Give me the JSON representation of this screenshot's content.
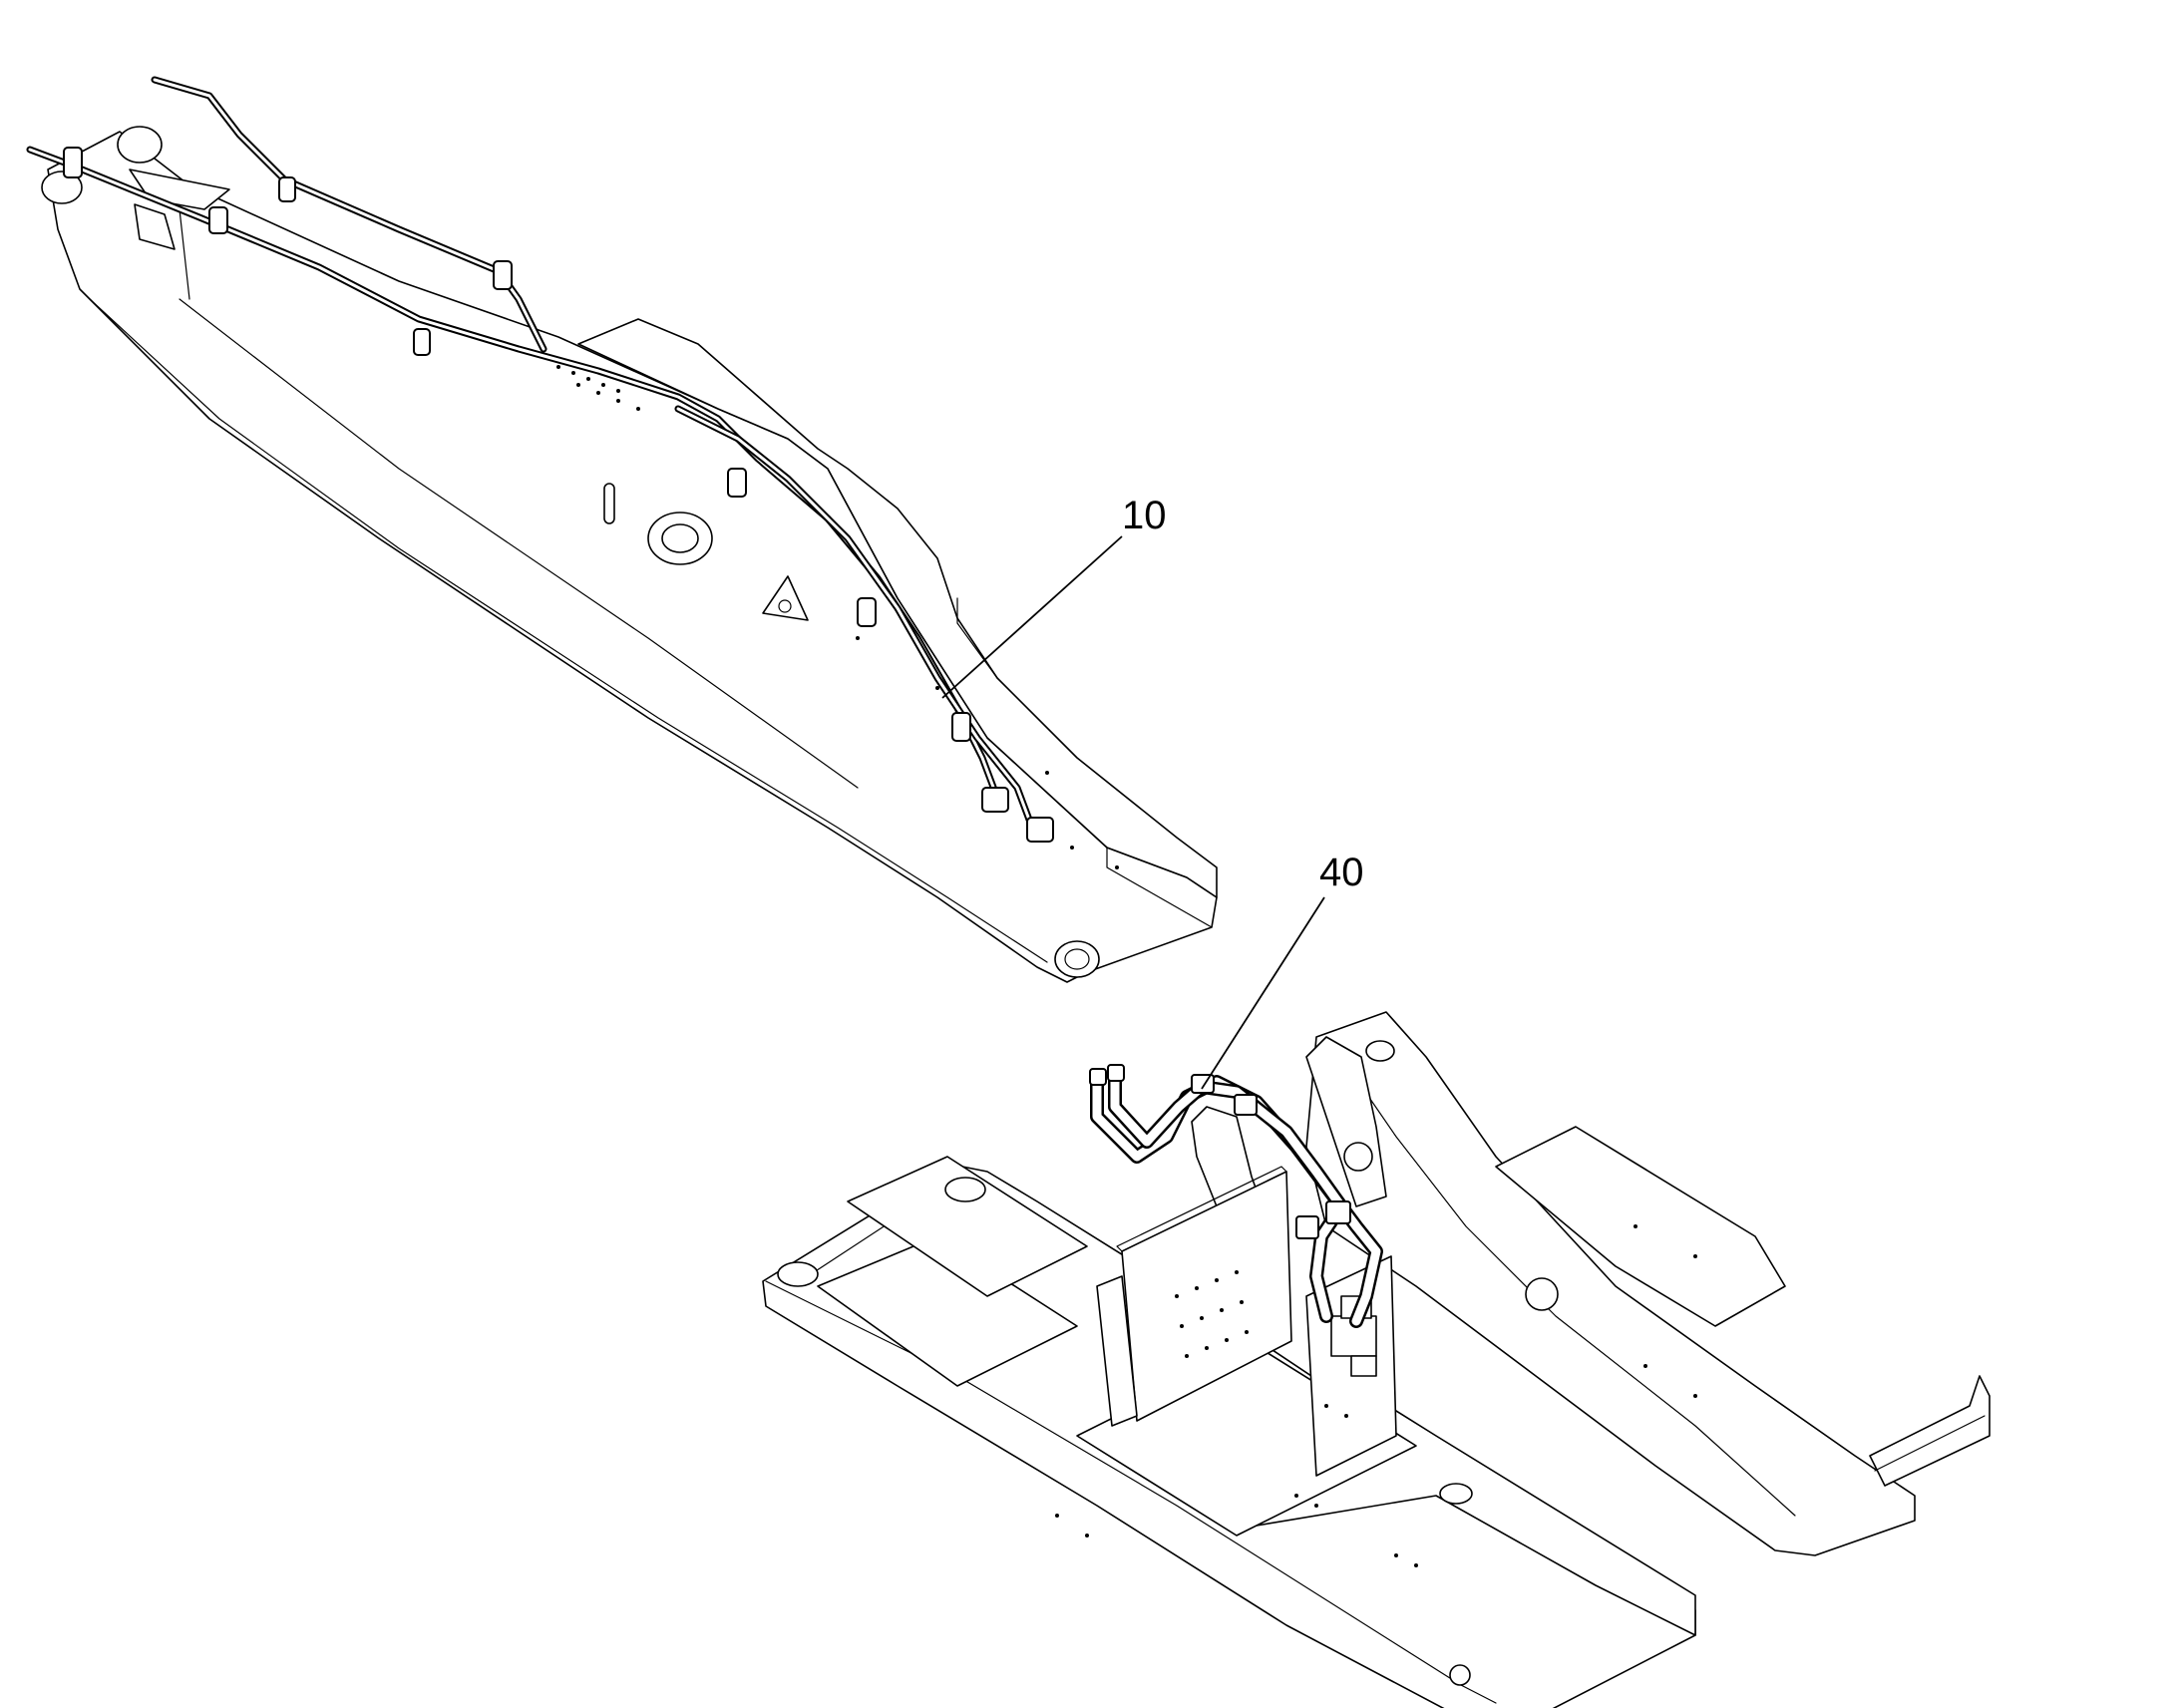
{
  "callouts": [
    {
      "id": "boom-piping",
      "label": "10"
    },
    {
      "id": "frame-hoses",
      "label": "40"
    }
  ]
}
